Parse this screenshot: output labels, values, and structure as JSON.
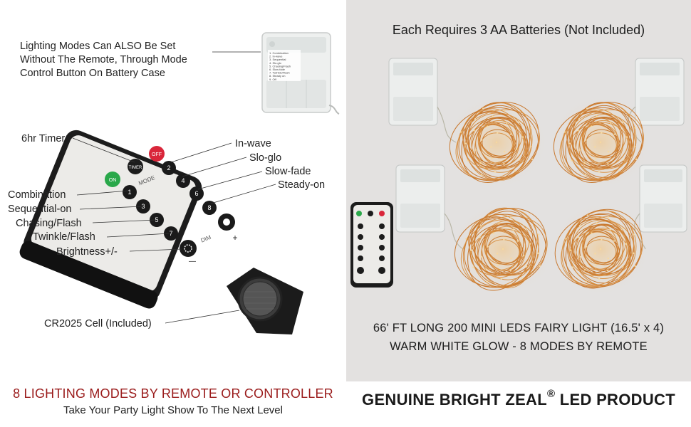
{
  "case_note": {
    "line1": "Lighting Modes Can ALSO Be Set",
    "line2": "Without The Remote, Through Mode",
    "line3": "Control Button On Battery Case"
  },
  "remote_labels": {
    "timer": "6hr Timer",
    "in_wave": "In-wave",
    "slo_glo": "Slo-glo",
    "slow_fade": "Slow-fade",
    "steady_on": "Steady-on",
    "combination": "Combination",
    "sequential_on": "Sequential-on",
    "chasing_flash": "Chasing/Flash",
    "twinkle_flash": "Twinkle/Flash",
    "brightness": "Brightness+/-",
    "battery_cell": "CR2025 Cell (Included)"
  },
  "remote_keys": {
    "on": "ON",
    "timer": "TIMER",
    "off": "OFF",
    "mode": "MODE",
    "dim": "DIM",
    "plus": "+",
    "minus": "—",
    "k1": "1",
    "k2": "2",
    "k3": "3",
    "k4": "4",
    "k5": "5",
    "k6": "6",
    "k7": "7",
    "k8": "8"
  },
  "case_modes": [
    "1. Combination",
    "2. In-wave",
    "3. Sequential",
    "4. Slo-glo",
    "5. Chasing/Flash",
    "6. Slow fade",
    "7. Twinkle/Flash",
    "8. Steady on",
    "9. Off"
  ],
  "right_panel": {
    "header": "Each Requires 3 AA Batteries (Not Included)",
    "spec_line1": "66' FT LONG 200 MINI LEDS FAIRY LIGHT (16.5' x 4)",
    "spec_line2": "WARM WHITE GLOW - 8 MODES BY REMOTE"
  },
  "bottom": {
    "promo_title": "8 LIGHTING MODES BY REMOTE OR CONTROLLER",
    "promo_subtitle": "Take Your Party Light Show To The Next Level",
    "brand_text": "GENUINE BRIGHT ZEAL",
    "brand_mark": "®",
    "brand_suffix": " LED PRODUCT"
  },
  "colors": {
    "right_bg": "#e3e1e0",
    "promo_red": "#9a1b1b",
    "wire_copper": "#c8782f",
    "on_green": "#2aa84a",
    "off_red": "#d9263a"
  }
}
